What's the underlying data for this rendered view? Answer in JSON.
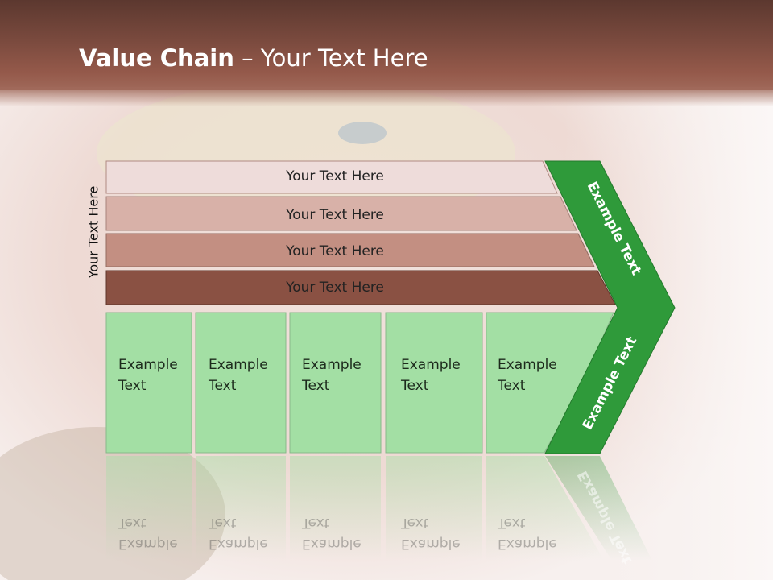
{
  "title": {
    "bold": "Value Chain",
    "rest": " – Your Text Here"
  },
  "side_label": "Your Text Here",
  "rows": [
    "Your Text Here",
    "Your Text Here",
    "Your Text Here",
    "Your Text Here"
  ],
  "cells": [
    "Example\nText",
    "Example\nText",
    "Example\nText",
    "Example\nText",
    "Example\nText"
  ],
  "chevron": {
    "upper": "Example Text",
    "lower": "Example Text"
  },
  "colors": {
    "row1": "#eedcda",
    "row2": "#d8b1a8",
    "row3": "#c38f82",
    "row4": "#8a5143",
    "cell": "#a3dfa4",
    "chevron": "#2f9a3a",
    "header": "#7a4a3e"
  }
}
